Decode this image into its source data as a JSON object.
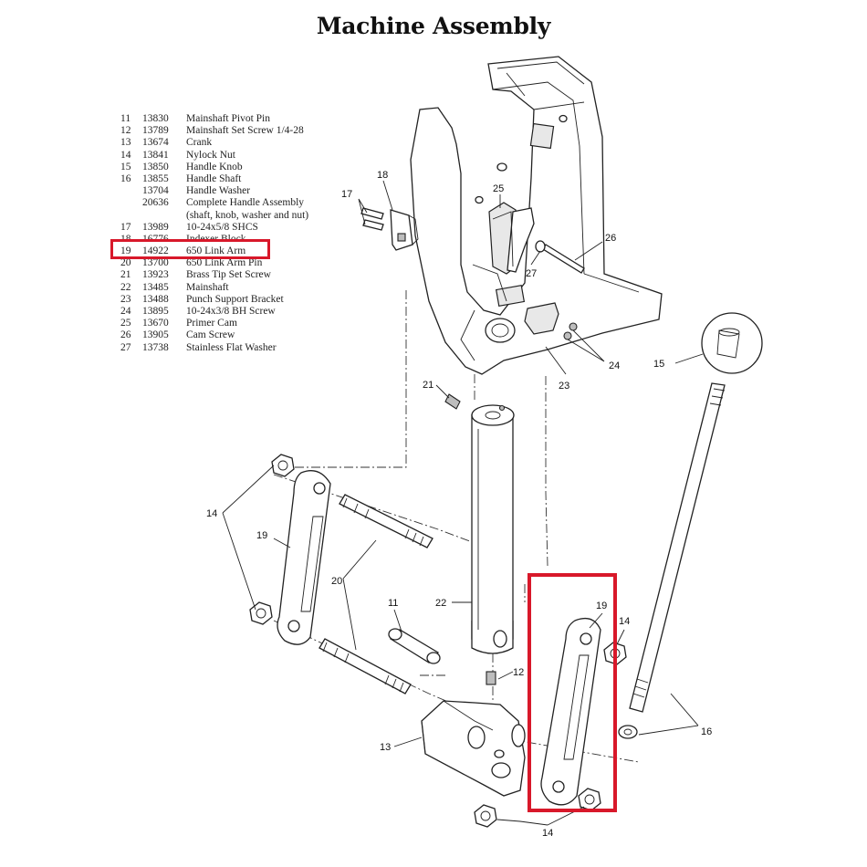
{
  "title": "Machine Assembly",
  "parts_list": [
    {
      "item": "11",
      "number": "13830",
      "description": "Mainshaft Pivot Pin"
    },
    {
      "item": "12",
      "number": "13789",
      "description": "Mainshaft Set Screw 1/4-28"
    },
    {
      "item": "13",
      "number": "13674",
      "description": "Crank"
    },
    {
      "item": "14",
      "number": "13841",
      "description": "Nylock Nut"
    },
    {
      "item": "15",
      "number": "13850",
      "description": "Handle Knob"
    },
    {
      "item": "16",
      "number": "13855",
      "description": "Handle Shaft"
    },
    {
      "item": "",
      "number": "13704",
      "description": "Handle Washer"
    },
    {
      "item": "",
      "number": "20636",
      "description": "Complete Handle Assembly"
    },
    {
      "item": "",
      "number": "",
      "description": "(shaft, knob, washer and nut)"
    },
    {
      "item": "17",
      "number": "13989",
      "description": "10-24x5/8 SHCS"
    },
    {
      "item": "18",
      "number": "16776",
      "description": "Indexer Block"
    },
    {
      "item": "19",
      "number": "14922",
      "description": "650 Link Arm"
    },
    {
      "item": "20",
      "number": "13700",
      "description": "650 Link Arm Pin"
    },
    {
      "item": "21",
      "number": "13923",
      "description": "Brass Tip Set Screw"
    },
    {
      "item": "22",
      "number": "13485",
      "description": "Mainshaft"
    },
    {
      "item": "23",
      "number": "13488",
      "description": "Punch Support Bracket"
    },
    {
      "item": "24",
      "number": "13895",
      "description": "10-24x3/8 BH Screw"
    },
    {
      "item": "25",
      "number": "13670",
      "description": "Primer Cam"
    },
    {
      "item": "26",
      "number": "13905",
      "description": "Cam Screw"
    },
    {
      "item": "27",
      "number": "13738",
      "description": "Stainless Flat Washer"
    }
  ],
  "highlighted_item": "19",
  "highlight_color": "#d8182a",
  "callouts": {
    "c11": "11",
    "c12": "12",
    "c13": "13",
    "c14a": "14",
    "c14b": "14",
    "c14c": "14",
    "c15": "15",
    "c16": "16",
    "c17": "17",
    "c18": "18",
    "c19a": "19",
    "c19b": "19",
    "c20": "20",
    "c21": "21",
    "c22": "22",
    "c23": "23",
    "c24": "24",
    "c25": "25",
    "c26": "26",
    "c27": "27"
  }
}
